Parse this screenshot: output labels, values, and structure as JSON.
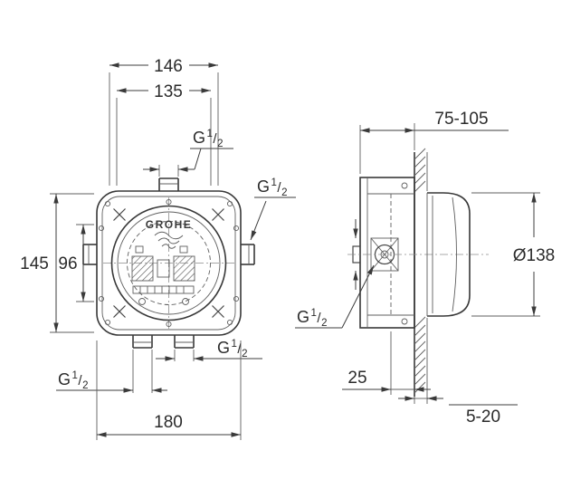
{
  "drawing": {
    "brand": "GROHE",
    "front": {
      "width_outer": "146",
      "width_inner": "135",
      "height_outer": "145",
      "height_inner": "96",
      "width_overall": "180"
    },
    "side": {
      "depth_range": "75-105",
      "diameter": "Ø138",
      "bracket_offset": "25",
      "finish_range": "5-20"
    },
    "thread": {
      "prefix": "G",
      "numerator": "1",
      "slash": "/",
      "denominator": "2"
    }
  }
}
